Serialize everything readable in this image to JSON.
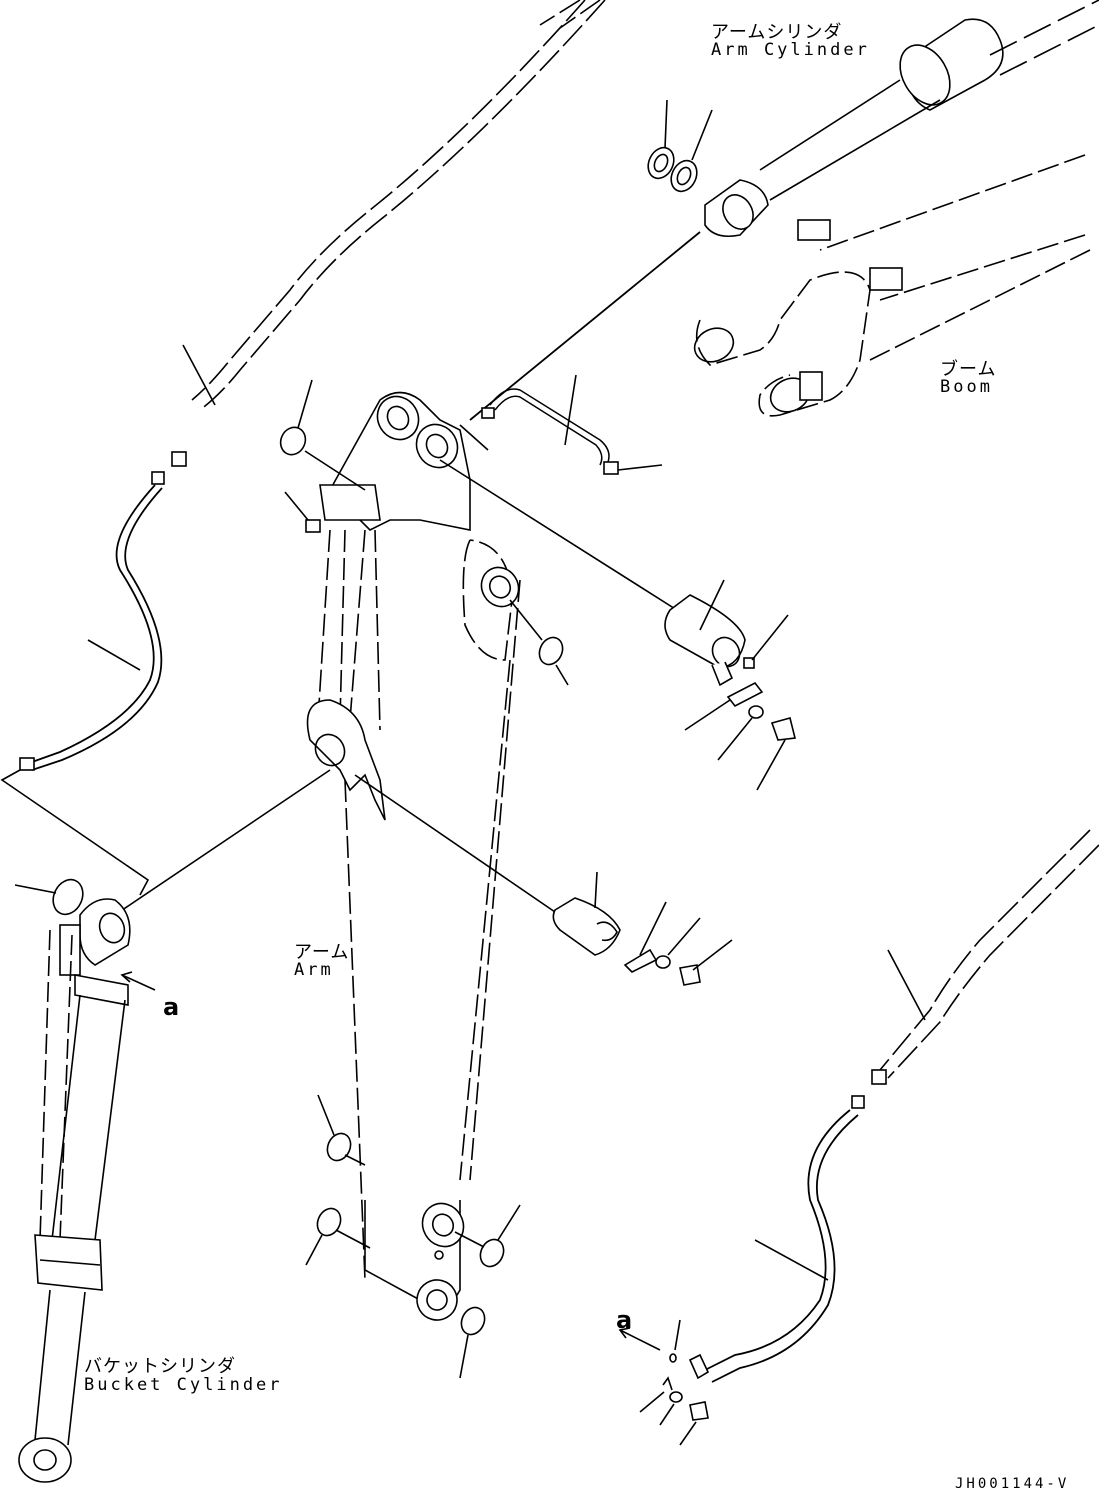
{
  "labels": {
    "arm_cylinder_jp": "アームシリンダ",
    "arm_cylinder_en": "Arm Cylinder",
    "boom_jp": "ブーム",
    "boom_en": "Boom",
    "arm_jp": "アーム",
    "arm_en": "Arm",
    "bucket_cylinder_jp": "バケットシリンダ",
    "bucket_cylinder_en": "Bucket Cylinder"
  },
  "detail_markers": {
    "upper": "a",
    "lower": "a"
  },
  "drawing_code": "JH001144-V"
}
